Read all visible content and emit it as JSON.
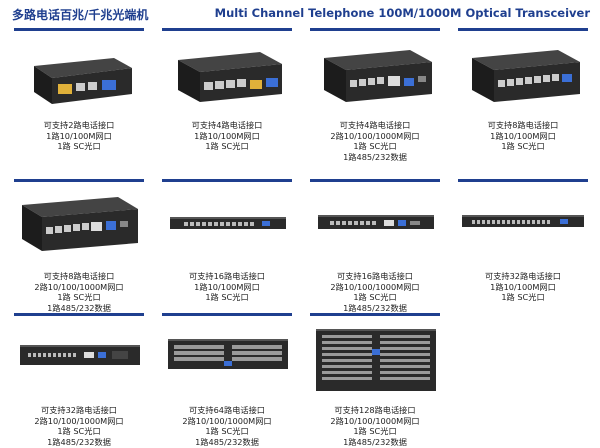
{
  "header": {
    "title_cn": "多路电话百兆/千兆光端机",
    "title_en": "Multi Channel  Telephone 100M/1000M  Optical Transceiver"
  },
  "colors": {
    "accent": "#1f3f8f",
    "device": "#2a2a2a",
    "port_yellow": "#e0b13a",
    "port_blue": "#3b6fd6"
  },
  "products": [
    {
      "lines": [
        "可支持2路电话接口",
        "1路10/100M网口",
        "1路 SC光口"
      ]
    },
    {
      "lines": [
        "可支持4路电话接口",
        "1路10/100M网口",
        "1路 SC光口"
      ]
    },
    {
      "lines": [
        "可支持4路电话接口",
        "2路10/100/1000M网口",
        "1路 SC光口",
        "1路485/232数据"
      ]
    },
    {
      "lines": [
        "可支持8路电话接口",
        "1路10/100M网口",
        "1路 SC光口"
      ]
    },
    {
      "lines": [
        "可支持8路电话接口",
        "2路10/100/1000M网口",
        "1路 SC光口",
        "1路485/232数据"
      ]
    },
    {
      "lines": [
        "可支持16路电话接口",
        "1路10/100M网口",
        "1路 SC光口"
      ]
    },
    {
      "lines": [
        "可支持16路电话接口",
        "2路10/100/1000M网口",
        "1路 SC光口",
        "1路485/232数据"
      ]
    },
    {
      "lines": [
        "可支持32路电话接口",
        "1路10/100M网口",
        "1路 SC光口"
      ]
    },
    {
      "lines": [
        "可支持32路电话接口",
        "2路10/100/1000M网口",
        "1路 SC光口",
        "1路485/232数据"
      ]
    },
    {
      "lines": [
        "可支持64路电话接口",
        "2路10/100/1000M网口",
        "1路 SC光口",
        "1路485/232数据"
      ]
    },
    {
      "lines": [
        "可支持128路电话接口",
        "2路10/100/1000M网口",
        "1路 SC光口",
        "1路485/232数据"
      ]
    }
  ]
}
